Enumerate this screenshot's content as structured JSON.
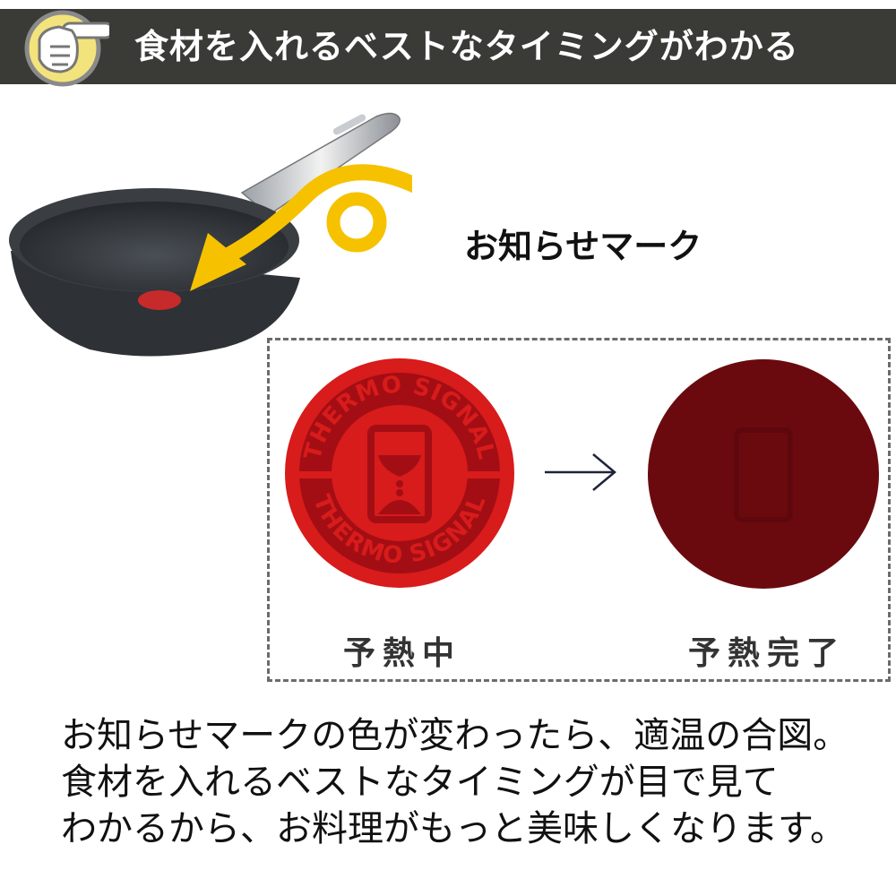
{
  "header": {
    "title": "食材を入れるベストなタイミングがわかる",
    "badge_icon": "pointing-hand-icon",
    "bar_color": "#3a3a36",
    "badge_color": "#f3e37c"
  },
  "product": {
    "image": "frying-pan-with-thermo-signal",
    "pointer_arrow_color": "#f6c200"
  },
  "mark_label": "お知らせマーク",
  "comparison": {
    "before": {
      "label": "予熱中",
      "disc_text_top": "THERMO SIGNAL",
      "disc_text_bottom": "THERMO SIGNAL",
      "color": "#d81b1b"
    },
    "arrow_icon": "right-arrow-icon",
    "after": {
      "label": "予熱完了",
      "color": "#6a0a0f"
    }
  },
  "description": {
    "lines": [
      "お知らせマークの色が変わったら、適温の合図。",
      "食材を入れるベストなタイミングが目で見て",
      "わかるから、お料理がもっと美味しくなります。"
    ]
  }
}
